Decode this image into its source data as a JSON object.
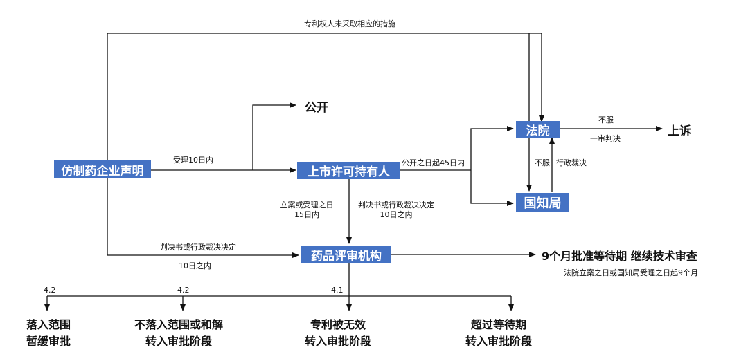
{
  "boxes": {
    "generic_declaration": "仿制药企业声明",
    "mah": "上市许可持有人",
    "court": "法院",
    "cnipa": "国知局",
    "drug_review": "药品评审机构"
  },
  "outcomes": {
    "public": "公开",
    "appeal": "上诉",
    "wait_period": "9个月批准等待期 继续技术审查",
    "wait_note": "法院立案之日或国知局受理之日起9个月",
    "end1_line1": "落入范围",
    "end1_line2": "暂缓审批",
    "end2_line1": "不落入范围或和解",
    "end2_line2": "转入审批阶段",
    "end3_line1": "专利被无效",
    "end3_line2": "转入审批阶段",
    "end4_line1": "超过等待期",
    "end4_line2": "转入审批阶段"
  },
  "labels": {
    "top_path": "专利权人未采取相应的措施",
    "within10": "受理10日内",
    "within45": "公开之日起45日内",
    "not_accept1": "不服",
    "first_judgment": "一审判决",
    "not_accept2": "不服",
    "admin_ruling": "行政裁决",
    "filing_line1": "立案或受理之日",
    "filing_line2": "15日内",
    "judgment_line1": "判决书或行政裁决决定",
    "judgment_line2": "10日之内",
    "bottom_judgment": "判决书或行政裁决决定",
    "bottom_within10": "10日之内",
    "b42a": "4.2",
    "b42b": "4.2",
    "b41": "4.1"
  }
}
